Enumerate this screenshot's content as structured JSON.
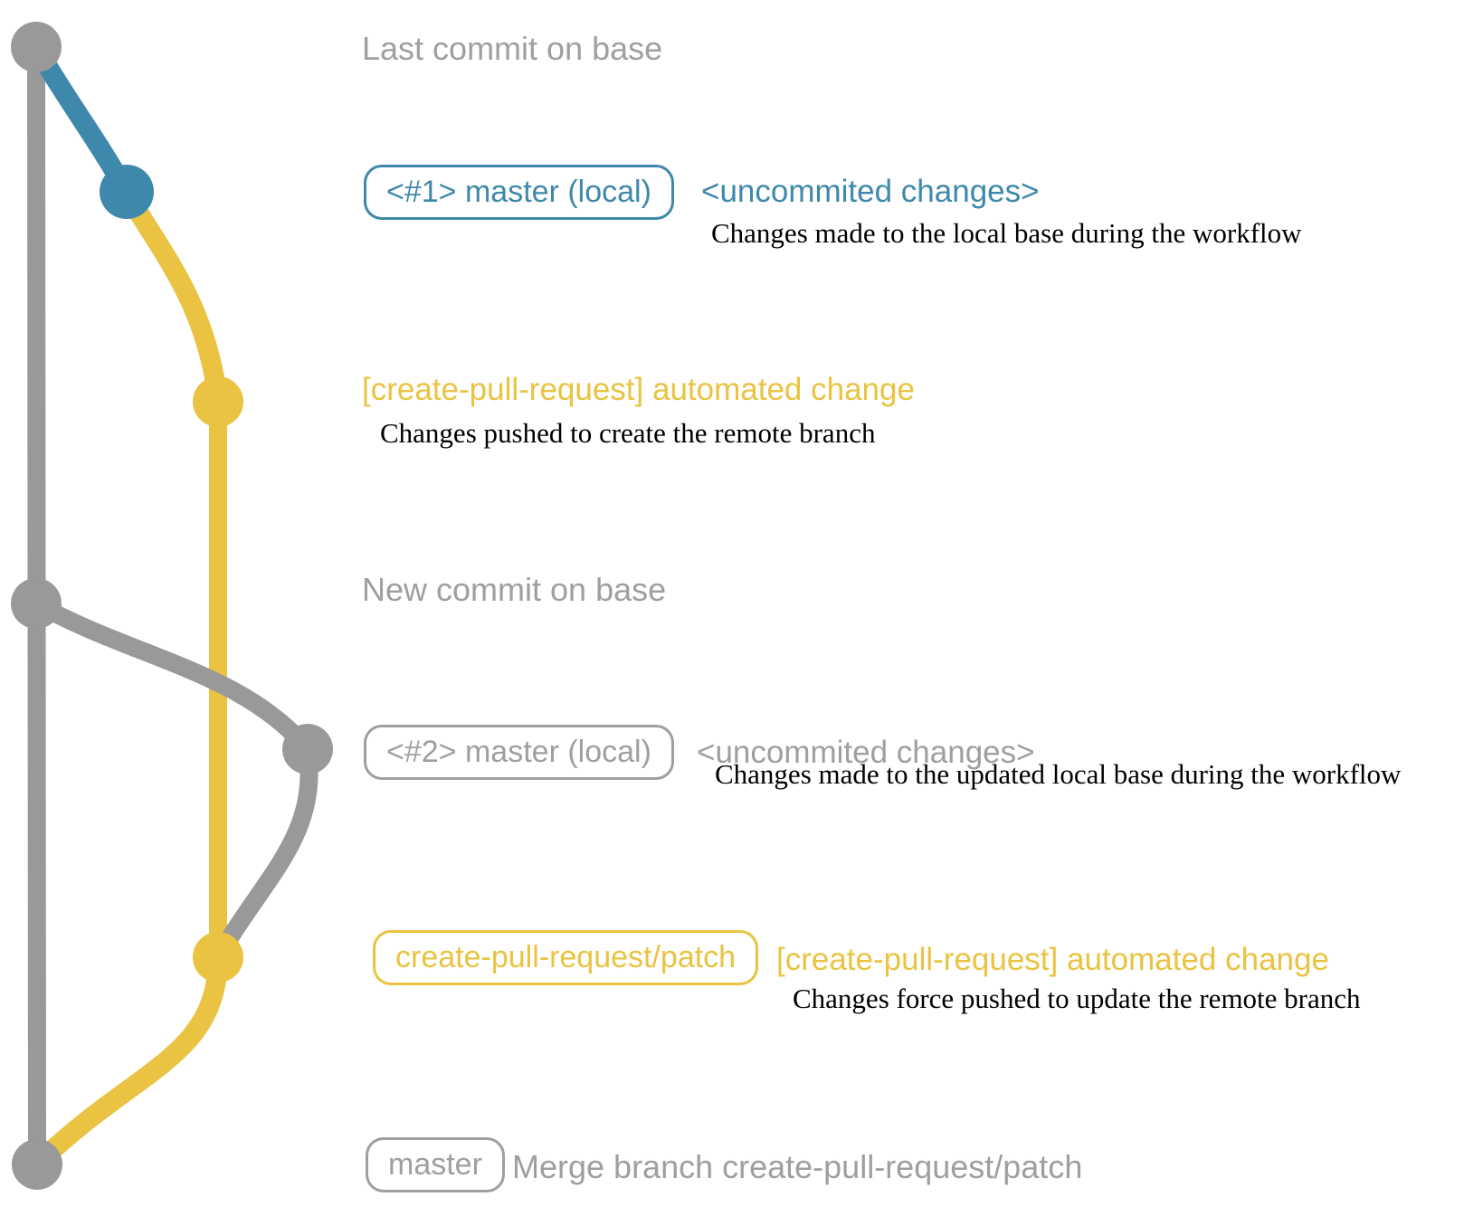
{
  "colors": {
    "bg": "#ffffff",
    "graph-gray": "#999999",
    "text-gray": "#9f9f9f",
    "blue": "#3e88ac",
    "yellow": "#e9c341",
    "ink": "#000000"
  },
  "graph": {
    "type": "git-commit-graph",
    "branches": [
      {
        "name": "base (master)",
        "color": "gray"
      },
      {
        "name": "master (local)",
        "color": "blue"
      },
      {
        "name": "create-pull-request/patch",
        "color": "yellow"
      }
    ],
    "nodes": [
      {
        "name": "last-commit-on-base",
        "color": "gray"
      },
      {
        "name": "uncommitted-changes-1",
        "color": "blue"
      },
      {
        "name": "automated-change-commit-1",
        "color": "yellow"
      },
      {
        "name": "new-commit-on-base",
        "color": "gray"
      },
      {
        "name": "uncommitted-changes-2",
        "color": "gray"
      },
      {
        "name": "automated-change-commit-2",
        "color": "yellow"
      },
      {
        "name": "merge-commit",
        "color": "gray"
      }
    ]
  },
  "annotations": {
    "last_commit": "Last commit on base",
    "branch1_tag": "<#1> master (local)",
    "branch1_note": "<uncommited changes>",
    "branch1_desc": "Changes made to the local base during the workflow",
    "auto1_label": "[create-pull-request] automated change",
    "auto1_desc": "Changes pushed to create the remote branch",
    "new_commit": "New commit on base",
    "branch2_tag": "<#2> master (local)",
    "branch2_note": "<uncommited changes>",
    "branch2_desc": "Changes made to the updated local base during the workflow",
    "patch_tag": "create-pull-request/patch",
    "patch_note": "[create-pull-request] automated change",
    "patch_desc": "Changes force pushed to update the remote branch",
    "master_tag": "master",
    "master_note": "Merge branch create-pull-request/patch"
  }
}
